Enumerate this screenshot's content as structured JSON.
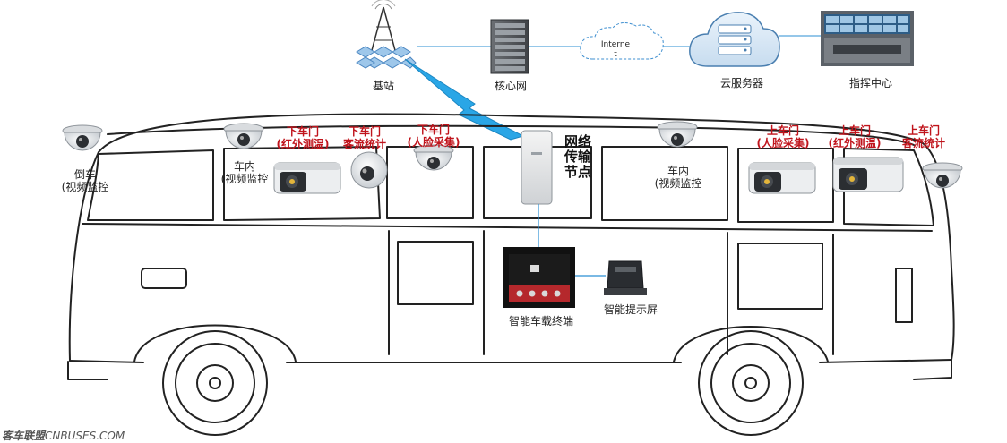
{
  "network": {
    "base_station": "基站",
    "core_network": "核心网",
    "internet_line1": "Interne",
    "internet_line2": "t",
    "cloud_server": "云服务器",
    "command_center": "指挥中心"
  },
  "node": {
    "line1": "网络",
    "line2": "传输",
    "line3": "节点"
  },
  "cameras": {
    "reverse": {
      "line1": "倒车",
      "line2": "(视频监控"
    },
    "interior_left": {
      "line1": "车内",
      "line2": "(视频监控"
    },
    "interior_right": {
      "line1": "车内",
      "line2": "(视频监控"
    },
    "alight_ir": {
      "line1": "下车门",
      "line2": "(红外测温)"
    },
    "alight_count": {
      "line1": "下车门",
      "line2": "客流统计"
    },
    "alight_face": {
      "line1": "下车门",
      "line2": "(人脸采集)"
    },
    "board_face": {
      "line1": "上车门",
      "line2": "(人脸采集)"
    },
    "board_ir": {
      "line1": "上车门",
      "line2": "(红外测温)"
    },
    "board_count": {
      "line1": "上车门",
      "line2": "客流统计"
    }
  },
  "devices": {
    "terminal": "智能车载终端",
    "display": "智能提示屏"
  },
  "watermark": {
    "cn": "客车联盟",
    "en": "CNBUSES.COM"
  },
  "colors": {
    "accent_red": "#c0141c",
    "link_blue": "#2aa6e6"
  }
}
